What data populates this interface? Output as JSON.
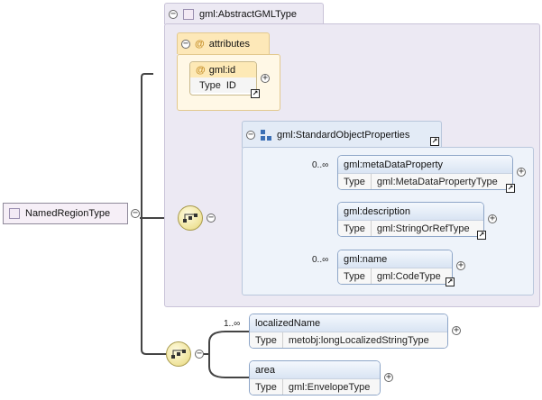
{
  "root": {
    "name": "NamedRegionType"
  },
  "abstract_type": {
    "name": "gml:AbstractGMLType"
  },
  "attributes_group": {
    "label": "attributes",
    "attribute": {
      "name": "gml:id",
      "type_label": "Type",
      "type_value": "ID"
    }
  },
  "standard_props": {
    "name": "gml:StandardObjectProperties",
    "elements": [
      {
        "name": "gml:metaDataProperty",
        "occurs": "0..∞",
        "type_label": "Type",
        "type_value": "gml:MetaDataPropertyType"
      },
      {
        "name": "gml:description",
        "occurs": "",
        "type_label": "Type",
        "type_value": "gml:StringOrRefType"
      },
      {
        "name": "gml:name",
        "occurs": "0..∞",
        "type_label": "Type",
        "type_value": "gml:CodeType"
      }
    ]
  },
  "own_elements": [
    {
      "name": "localizedName",
      "occurs": "1..∞",
      "type_label": "Type",
      "type_value": "metobj:longLocalizedStringType"
    },
    {
      "name": "area",
      "occurs": "",
      "type_label": "Type",
      "type_value": "gml:EnvelopeType"
    }
  ],
  "icons": {
    "collapse": "−",
    "expand": "+",
    "jump": "↗",
    "attribute_marker": "@"
  },
  "colors": {
    "complex_type_bg": "#ece9f3",
    "attributes_bg": "#fde8b8",
    "group_bg": "#eef3fa",
    "element_header": "#d9e4f3",
    "sequence": "#efe39a"
  }
}
